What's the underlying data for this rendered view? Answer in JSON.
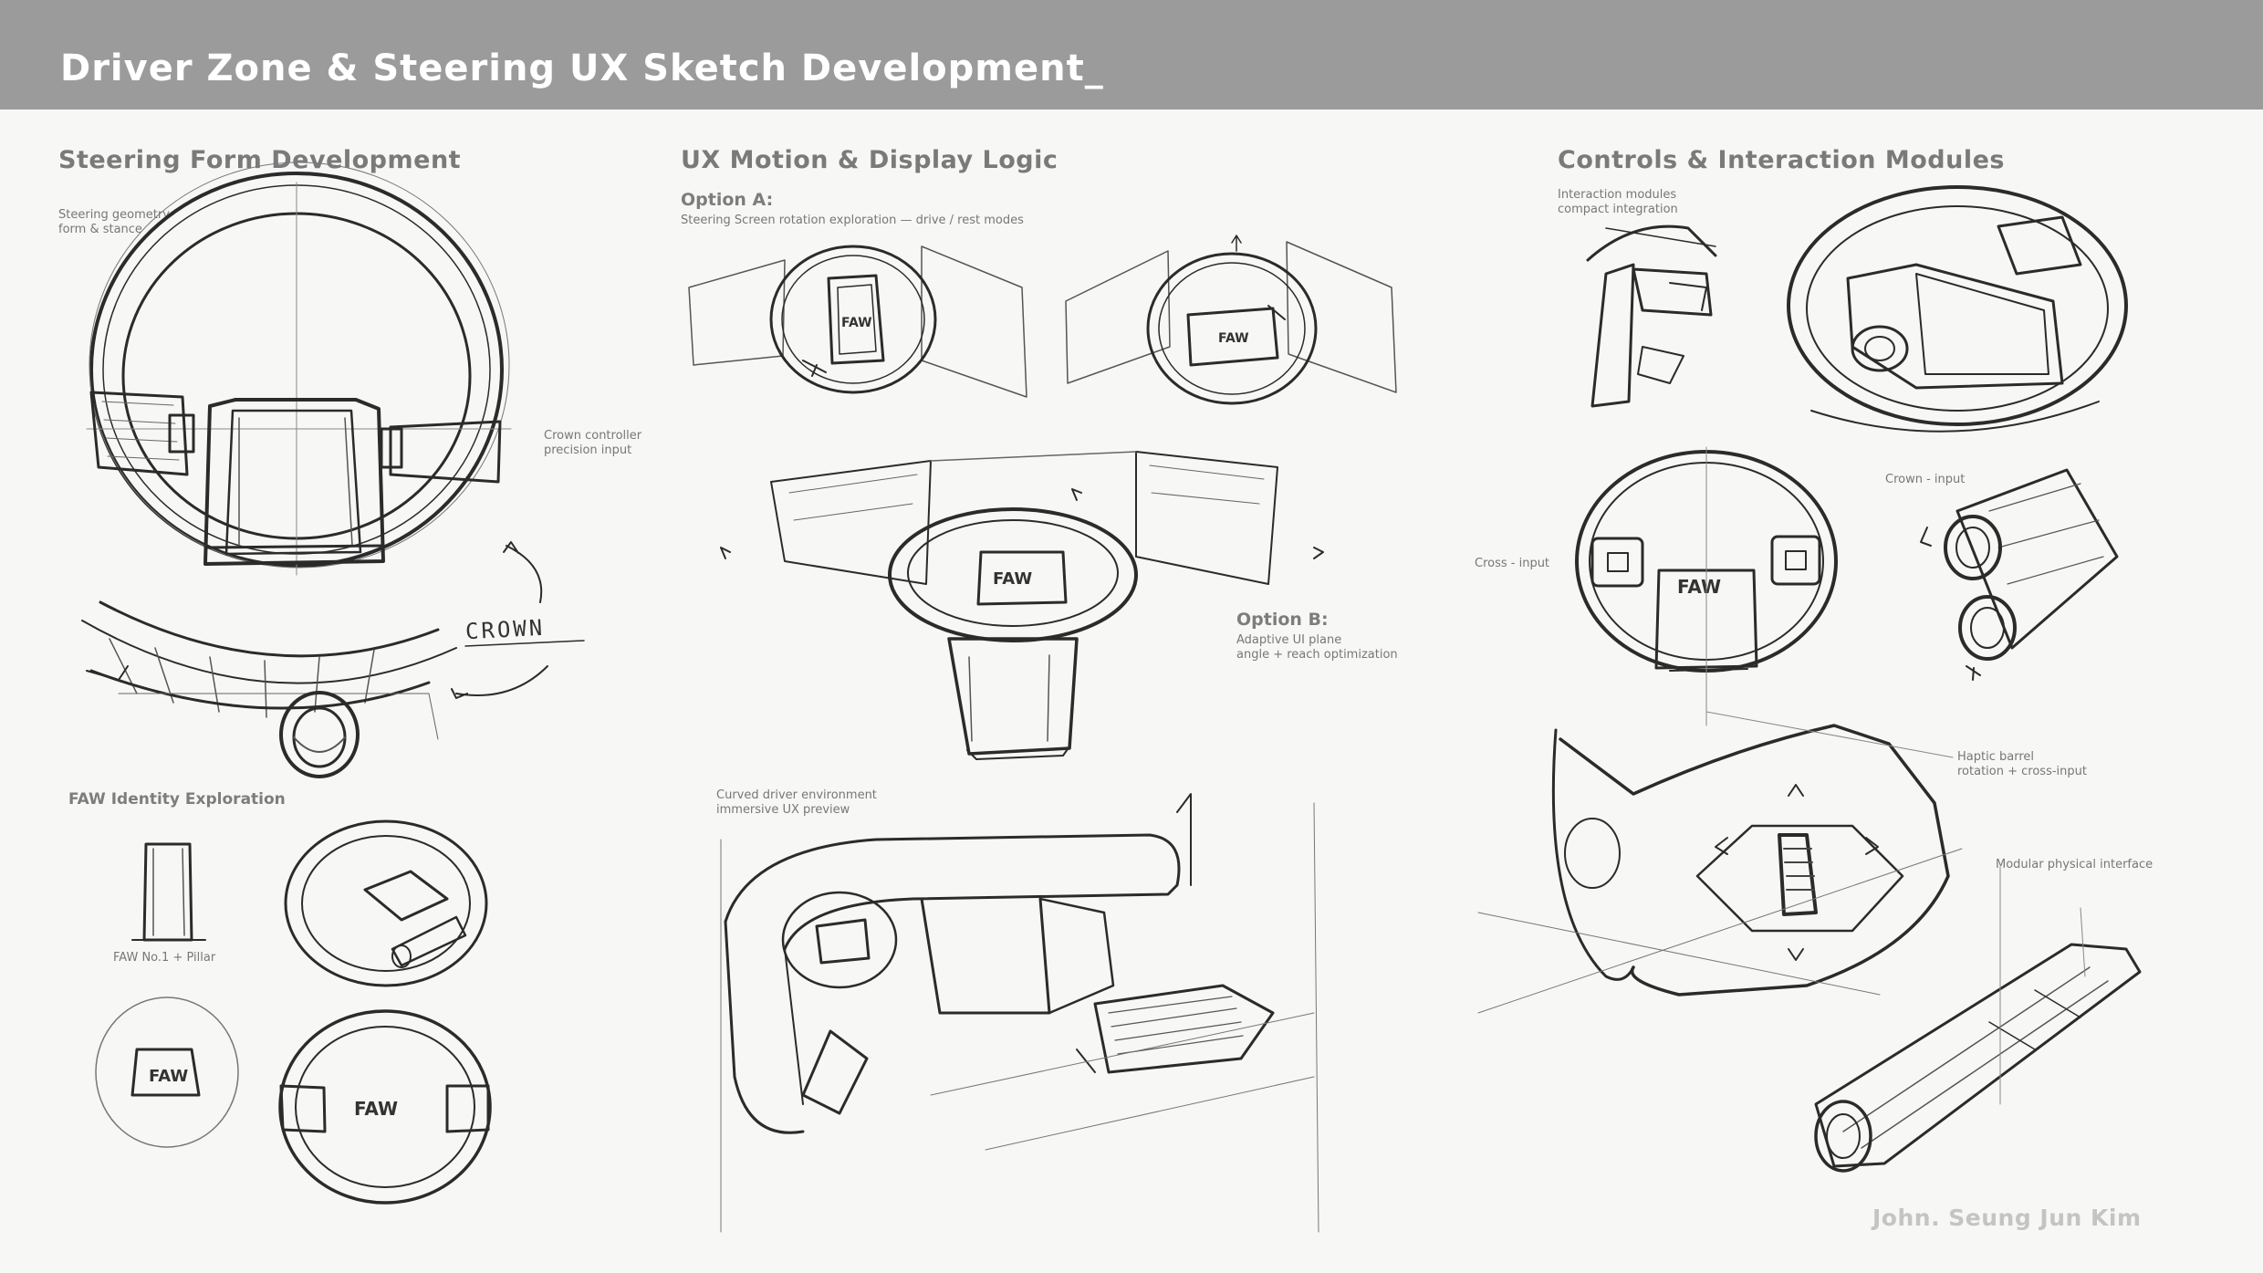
{
  "header": {
    "title": "Driver Zone & Steering UX Sketch Development_",
    "background": "#9b9b9b"
  },
  "sections": {
    "steering": {
      "title": "Steering Form Development",
      "geometry_note": [
        "Steering geometry",
        "form & stance"
      ],
      "crown_note": [
        "Crown controller",
        "precision input"
      ],
      "crown_label": "CROWN",
      "identity_title": "FAW Identity Exploration",
      "pillar_note": "FAW No.1 + Pillar"
    },
    "ux_motion": {
      "title": "UX Motion & Display Logic",
      "option_a": "Option A:",
      "option_a_note": "Steering Screen rotation exploration — drive / rest modes",
      "option_b": "Option B:",
      "option_b_note": [
        "Adaptive UI plane",
        "angle + reach optimization"
      ],
      "curved_note": [
        "Curved driver environment",
        "immersive UX preview"
      ]
    },
    "controls": {
      "title": "Controls & Interaction Modules",
      "modules_note": [
        "Interaction modules",
        "compact integration"
      ],
      "crown_input": "Crown - input",
      "cross_input": "Cross - input",
      "haptic_note": [
        "Haptic barrel",
        "rotation + cross-input"
      ],
      "modular_note": "Modular physical interface"
    }
  },
  "brand_mark": "FAW",
  "signature": "John. Seung Jun Kim",
  "colors": {
    "ink": "#2b2b2b",
    "paper": "#f7f7f6",
    "section_title": "#7a7a7a"
  }
}
